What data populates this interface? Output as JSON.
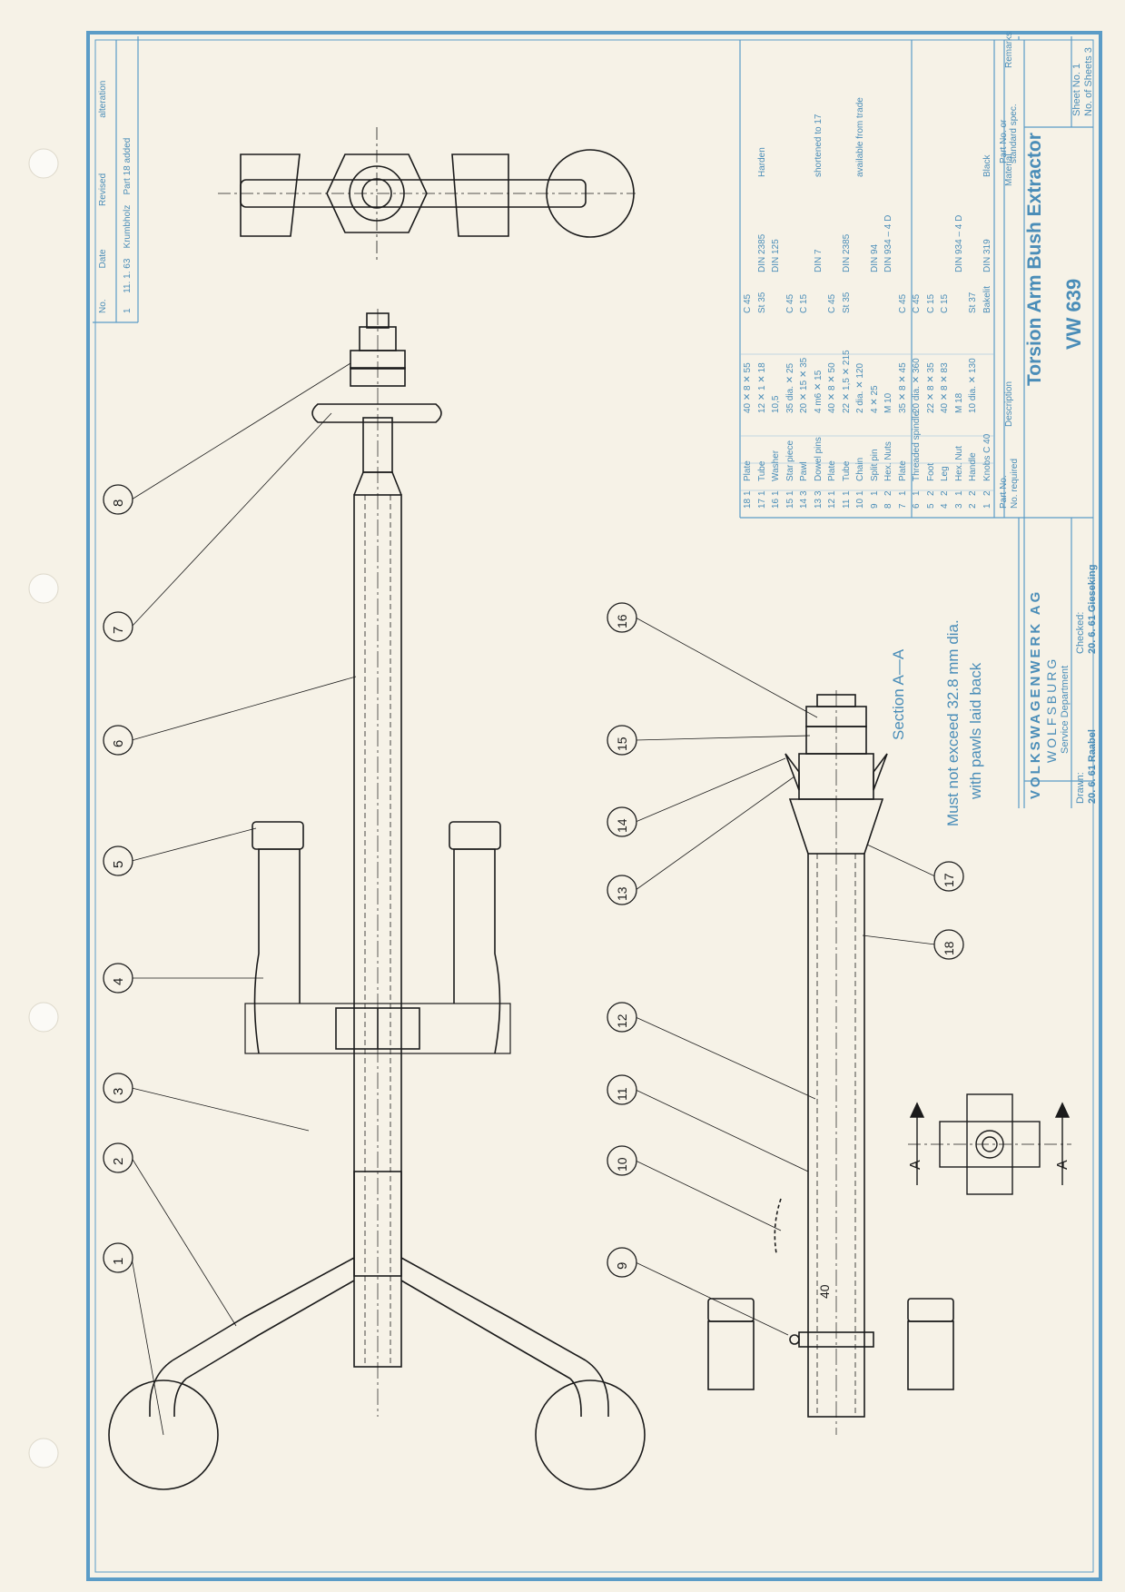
{
  "colors": {
    "paper": "#f6f2e7",
    "frame": "#5b9cc7",
    "ink": "#1b1b1b",
    "titleblock": "#4a8db8"
  },
  "revision": {
    "headers": [
      "No.",
      "Date",
      "Revised",
      "alteration"
    ],
    "rows": [
      [
        "1",
        "11. 1. 63",
        "Krumbholz",
        "Part 18 added"
      ]
    ]
  },
  "parts_header": {
    "part_no": "Part No.",
    "no_required": "No. required",
    "description": "Description",
    "material": "Material",
    "standard": "Part No. or standard spec.",
    "remarks": "Remarks"
  },
  "parts": [
    {
      "no": "18",
      "qty": "1",
      "desc": "Plate",
      "dim": "40 ✕ 8 ✕ 55",
      "mat": "C 45",
      "std": "",
      "rem": ""
    },
    {
      "no": "17",
      "qty": "1",
      "desc": "Tube",
      "dim": "12 ✕ 1 ✕ 18",
      "mat": "St 35",
      "std": "DIN 2385",
      "rem": "Harden"
    },
    {
      "no": "16",
      "qty": "1",
      "desc": "Washer",
      "dim": "10,5",
      "mat": "",
      "std": "DIN 125",
      "rem": ""
    },
    {
      "no": "15",
      "qty": "1",
      "desc": "Star piece",
      "dim": "35 dia. ✕ 25",
      "mat": "C 45",
      "std": "",
      "rem": ""
    },
    {
      "no": "14",
      "qty": "3",
      "desc": "Pawl",
      "dim": "20 ✕ 15 ✕ 35",
      "mat": "C 15",
      "std": "",
      "rem": ""
    },
    {
      "no": "13",
      "qty": "3",
      "desc": "Dowel pins",
      "dim": "4 m6 ✕ 15",
      "mat": "",
      "std": "DIN 7",
      "rem": "shortened to 17"
    },
    {
      "no": "12",
      "qty": "1",
      "desc": "Plate",
      "dim": "40 ✕ 8 ✕ 50",
      "mat": "C 45",
      "std": "",
      "rem": ""
    },
    {
      "no": "11",
      "qty": "1",
      "desc": "Tube",
      "dim": "22 ✕ 1,5 ✕ 215",
      "mat": "St 35",
      "std": "DIN 2385",
      "rem": ""
    },
    {
      "no": "10",
      "qty": "1",
      "desc": "Chain",
      "dim": "2 dia. ✕ 120",
      "mat": "",
      "std": "",
      "rem": "available from trade"
    },
    {
      "no": "9",
      "qty": "1",
      "desc": "Split pin",
      "dim": "4 ✕ 25",
      "mat": "",
      "std": "DIN 94",
      "rem": ""
    },
    {
      "no": "8",
      "qty": "2",
      "desc": "Hex. Nuts",
      "dim": "M 10",
      "mat": "",
      "std": "DIN 934 – 4 D",
      "rem": ""
    },
    {
      "no": "7",
      "qty": "1",
      "desc": "Plate",
      "dim": "35 ✕ 8 ✕ 45",
      "mat": "C 45",
      "std": "",
      "rem": ""
    },
    {
      "no": "6",
      "qty": "1",
      "desc": "Threaded spindle",
      "dim": "20 dia. ✕ 360",
      "mat": "C 45",
      "std": "",
      "rem": ""
    },
    {
      "no": "5",
      "qty": "2",
      "desc": "Foot",
      "dim": "22 ✕ 8 ✕ 35",
      "mat": "C 15",
      "std": "",
      "rem": ""
    },
    {
      "no": "4",
      "qty": "2",
      "desc": "Leg",
      "dim": "40 ✕ 8 ✕ 83",
      "mat": "C 15",
      "std": "",
      "rem": ""
    },
    {
      "no": "3",
      "qty": "1",
      "desc": "Hex. Nut",
      "dim": "M 18",
      "mat": "",
      "std": "DIN 934 – 4 D",
      "rem": ""
    },
    {
      "no": "2",
      "qty": "2",
      "desc": "Handle",
      "dim": "10 dia. ✕ 130",
      "mat": "St 37",
      "std": "",
      "rem": ""
    },
    {
      "no": "1",
      "qty": "2",
      "desc": "Knobs C 40",
      "dim": "",
      "mat": "Bakelit",
      "std": "DIN 319",
      "rem": "Black"
    }
  ],
  "company": {
    "name": "VOLKSWAGENWERK AG",
    "city": "WOLFSBURG",
    "dept": "Service Department"
  },
  "approvals": {
    "drawn_label": "Drawn:",
    "drawn": "20. 6. 61 Raabel",
    "checked_label": "Checked:",
    "checked": "20. 6. 61 Gieseking"
  },
  "title": "Torsion Arm Bush Extractor",
  "code": "VW 639",
  "sheet": {
    "no": "Sheet No. 1",
    "of": "No. of Sheets 3"
  },
  "section_label": "Section A—A",
  "note": [
    "Must not exceed 32.8 mm dia.",
    "with pawls laid back"
  ],
  "dimension": "40",
  "section_mark": "A",
  "callouts": [
    "1",
    "2",
    "3",
    "4",
    "5",
    "6",
    "7",
    "8",
    "9",
    "10",
    "11",
    "12",
    "13",
    "14",
    "15",
    "16",
    "17",
    "18"
  ]
}
